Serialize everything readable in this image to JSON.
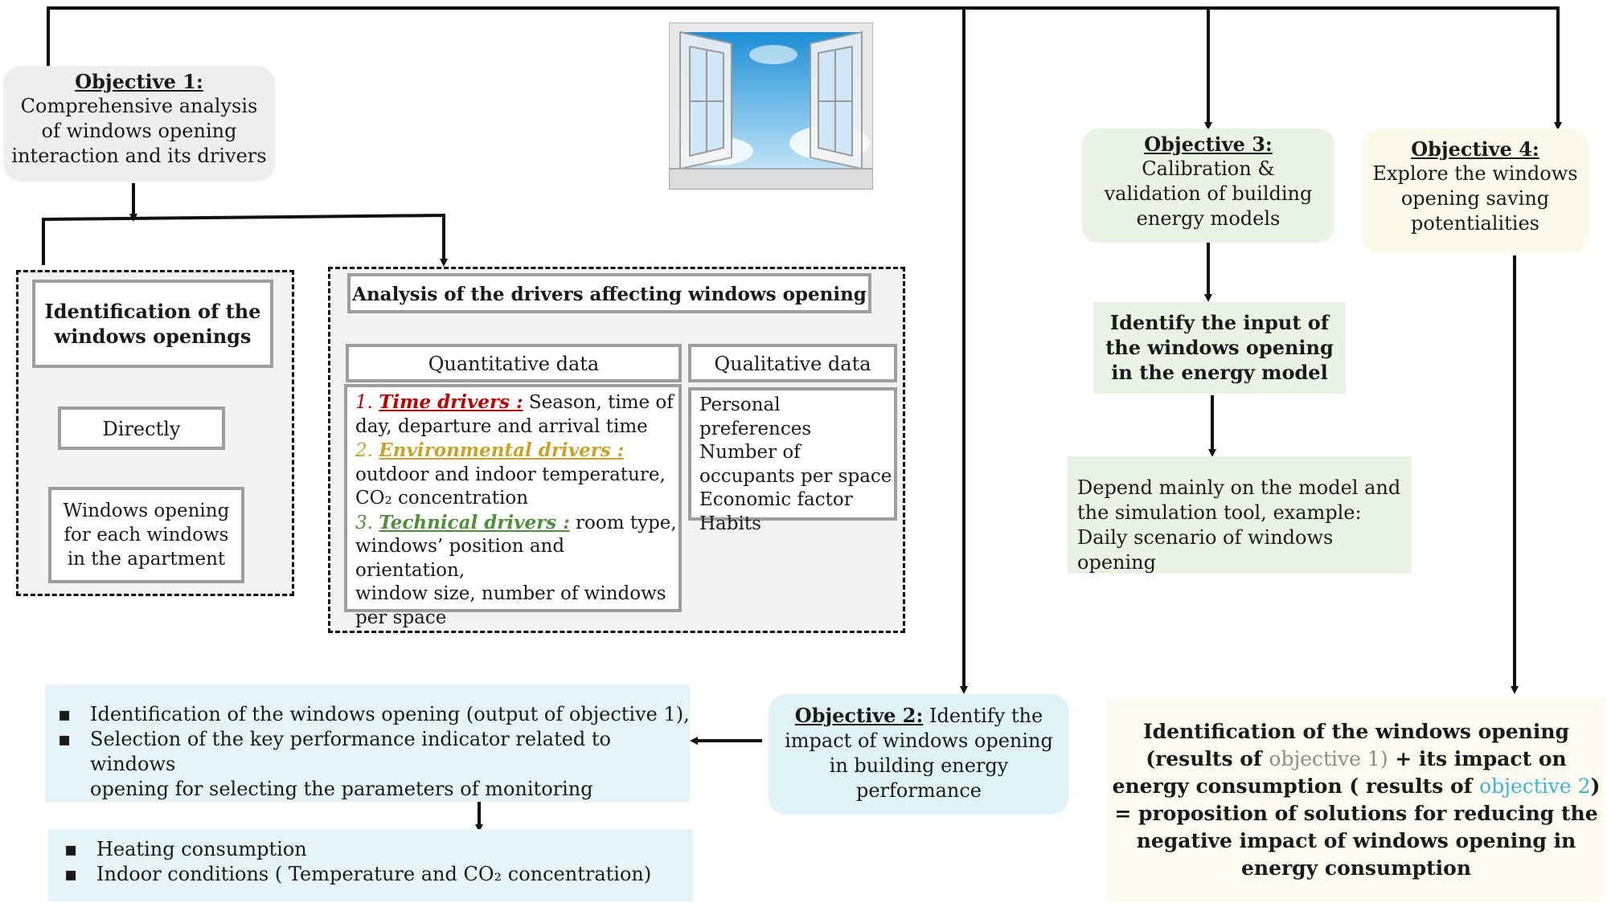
{
  "objective1": {
    "title": "Objective 1:",
    "lines": [
      "Comprehensive analysis",
      "of windows opening",
      "interaction and its drivers"
    ]
  },
  "identification": {
    "title_lines": [
      "Identification of the",
      "windows openings"
    ],
    "directly": "Directly",
    "result_lines": [
      "Windows opening",
      "for each windows",
      "in the apartment"
    ]
  },
  "analysis": {
    "title": "Analysis of the drivers affecting windows opening",
    "quantitative_header": "Quantitative data",
    "qualitative_header": "Qualitative data",
    "drivers": [
      {
        "num": "1.",
        "label": "Time drivers :",
        "color": "#c00000",
        "first": " Season, time of",
        "rest": [
          "day, departure and arrival time"
        ]
      },
      {
        "num": "2.",
        "label": "Environmental drivers :",
        "color": "#c9a227",
        "first": "",
        "rest": [
          "outdoor and indoor temperature,",
          "CO₂ concentration"
        ]
      },
      {
        "num": "3.",
        "label": "Technical drivers :",
        "color": "#4e8f3a",
        "first": " room type,",
        "rest": [
          "windows’ position and orientation,",
          "window size, number of windows",
          "per space"
        ]
      }
    ],
    "qualitative_items": [
      "Personal preferences",
      "Number of",
      "occupants per space",
      "Economic factor",
      "Habits"
    ]
  },
  "objective3": {
    "title": "Objective 3:",
    "lines": [
      "Calibration &",
      "validation of building",
      "energy models"
    ],
    "identify_lines": [
      "Identify the input of",
      "the windows opening",
      "in the energy model"
    ],
    "depend_lines": [
      "Depend mainly on the model and",
      "the simulation tool, example:",
      "Daily scenario of windows opening"
    ]
  },
  "objective4": {
    "title": "Objective 4:",
    "lines": [
      "Explore the windows",
      "opening saving",
      "potentialities"
    ]
  },
  "objective2": {
    "title": "Objective 2:",
    "first": " Identify the",
    "lines": [
      "impact of windows opening",
      "in building energy",
      "performance"
    ]
  },
  "monitoring": {
    "items": [
      [
        "Identification of the windows opening (output of objective 1),"
      ],
      [
        "Selection of the key performance indicator related to windows",
        "opening for selecting the parameters of monitoring"
      ]
    ]
  },
  "outputs": {
    "items": [
      "Heating consumption",
      "Indoor conditions ( Temperature and CO₂ concentration)"
    ]
  },
  "final": {
    "line1": "Identification of the windows opening",
    "line2_pre": "(results of ",
    "line2_ref": "objective 1)",
    "line2_post": " + its impact on",
    "line3_pre": "energy consumption ( results of ",
    "line3_ref": "objective 2",
    "line3_post": ")",
    "line4": "= proposition of solutions for reducing the",
    "line5": "negative impact of windows opening in",
    "line6": "energy consumption",
    "ref1_color": "#8c8c8c",
    "ref2_color": "#3bb6d6"
  },
  "colors": {
    "obj1_bg": "#efefef",
    "obj3_bg": "#eaf4e4",
    "obj4_bg": "#fdfaec",
    "obj2_bg": "#dff3f8",
    "monitor_bg": "#e4f4f8",
    "final_bg": "#fdfaf0"
  }
}
